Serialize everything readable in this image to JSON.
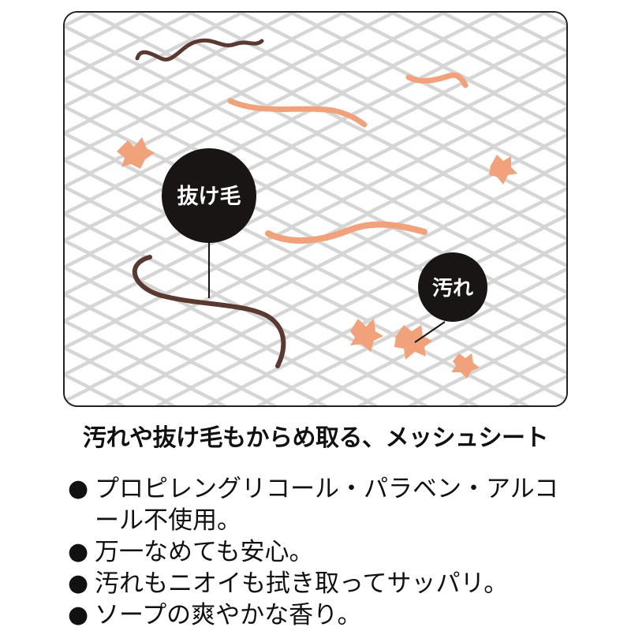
{
  "illustration": {
    "callout_hair_label": "抜け毛",
    "callout_dirt_label": "汚れ"
  },
  "headline": "汚れや抜け毛もからめ取る、メッシュシート",
  "features": {
    "bullet": "●",
    "items": [
      "プロピレングリコール・パラベン・アルコール不使用。",
      "万一なめても安心。",
      "汚れもニオイも拭き取ってサッパリ。",
      "ソープの爽やかな香り。"
    ]
  },
  "colors": {
    "mesh_background": "#dcdcdc",
    "mesh_diamond": "#ffffff",
    "hair": "#5a3a30",
    "dirt": "#f2a27a",
    "callout": "#1a1515"
  }
}
